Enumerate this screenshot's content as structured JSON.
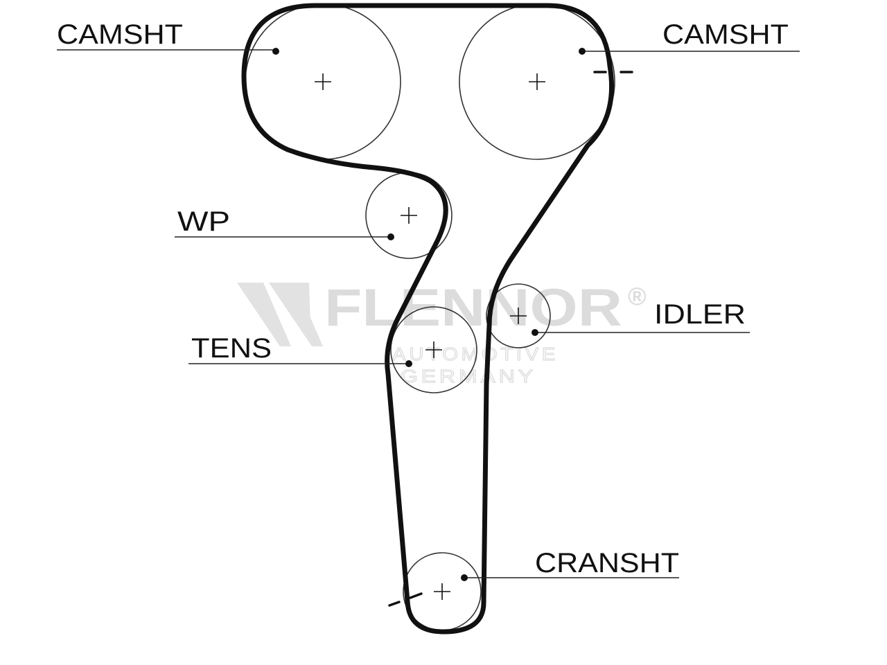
{
  "diagram": {
    "labels": {
      "camshaft_left": "CAMSHT",
      "camshaft_right": "CAMSHT",
      "water_pump": "WP",
      "tensioner": "TENS",
      "idler": "IDLER",
      "crankshaft": "CRANSHT"
    },
    "watermark": {
      "brand": "FLENNOR",
      "registered": "®",
      "line1": "AUTOMOTIVE",
      "line2": "GERMANY"
    },
    "colors": {
      "belt": "#111111",
      "pulley": "#333333",
      "watermark": "#dcdcdc"
    }
  }
}
